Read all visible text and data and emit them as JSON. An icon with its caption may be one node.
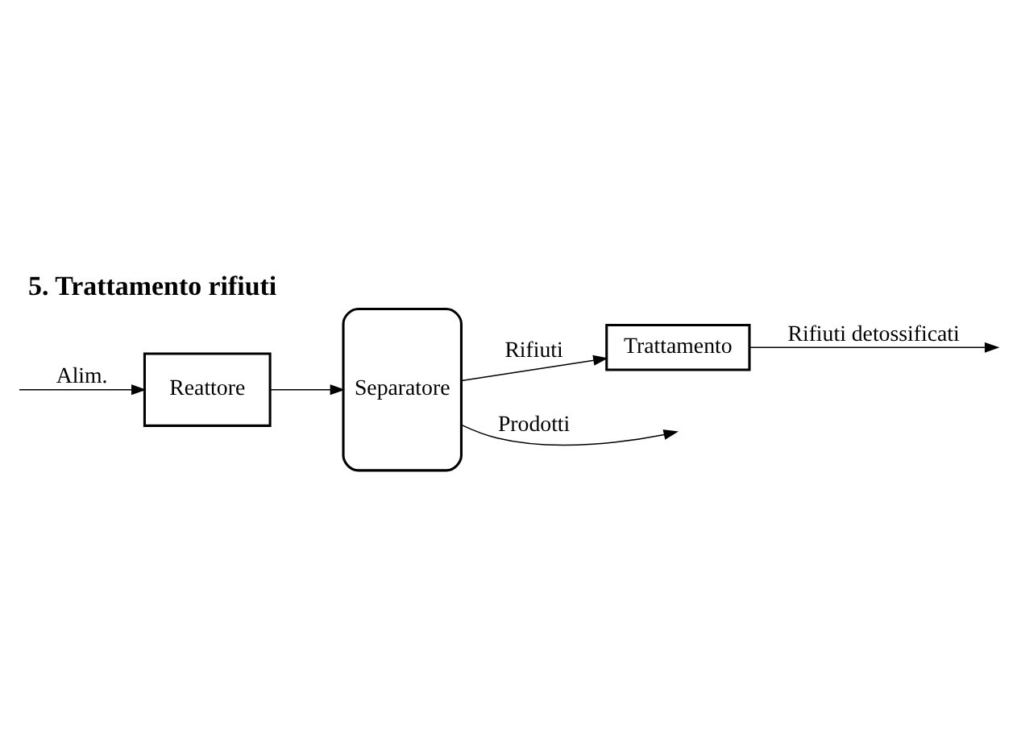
{
  "diagram": {
    "title": "5. Trattamento rifiuti",
    "nodes": [
      {
        "text": [
          "Reattore"
        ]
      },
      {
        "text": [
          "Separatore"
        ]
      },
      {
        "text": [
          "Trattamento"
        ]
      }
    ],
    "edges": [
      {
        "from": null,
        "to": 0,
        "arrow": "to",
        "label": "Alim."
      },
      {
        "from": 0,
        "to": 1,
        "arrow": "to"
      },
      {
        "from": 1,
        "to": null,
        "arrow": "to",
        "label": "Prodotti"
      },
      {
        "from": 1,
        "to": 2,
        "arrow": "to",
        "label": "Rifiuti"
      },
      {
        "from": 2,
        "to": null,
        "arrow": "to",
        "label": "Rifiuti detossificati"
      }
    ]
  }
}
